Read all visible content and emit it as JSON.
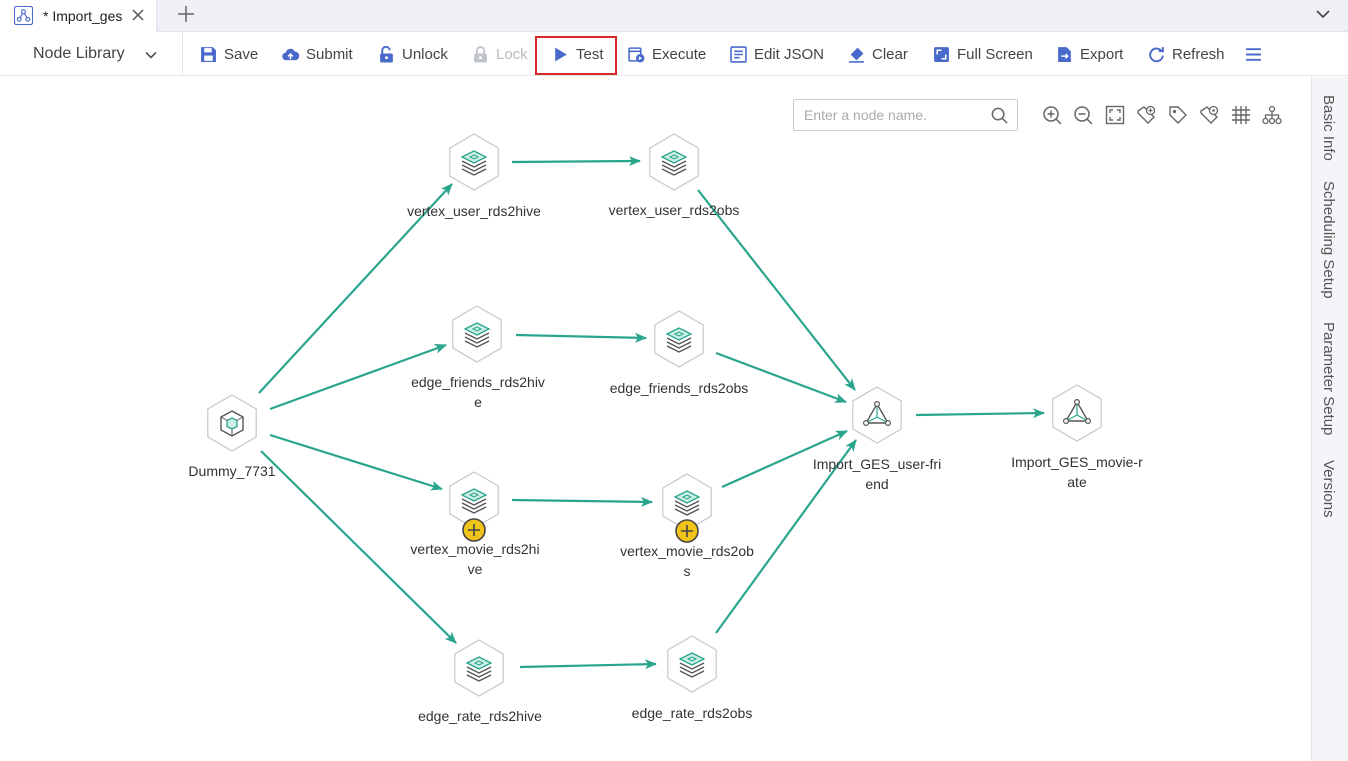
{
  "tab": {
    "title": "* Import_ges"
  },
  "toolbar": {
    "node_library": "Node Library",
    "buttons": [
      {
        "label": "Save",
        "icon": "save-icon"
      },
      {
        "label": "Submit",
        "icon": "cloud-upload-icon"
      },
      {
        "label": "Unlock",
        "icon": "unlock-icon"
      },
      {
        "label": "Lock",
        "icon": "lock-icon",
        "disabled": true
      },
      {
        "label": "Test",
        "icon": "play-icon",
        "highlighted": true
      },
      {
        "label": "Execute",
        "icon": "execute-icon"
      },
      {
        "label": "Edit JSON",
        "icon": "edit-json-icon"
      },
      {
        "label": "Clear",
        "icon": "eraser-icon"
      },
      {
        "label": "Full Screen",
        "icon": "fullscreen-icon"
      },
      {
        "label": "Export",
        "icon": "export-icon"
      },
      {
        "label": "Refresh",
        "icon": "refresh-icon"
      }
    ]
  },
  "search": {
    "placeholder": "Enter a node name."
  },
  "canvas_tools": [
    "zoom-in-icon",
    "zoom-out-icon",
    "fit-view-icon",
    "add-tag-icon",
    "tag-icon",
    "tag-settings-icon",
    "grid-icon",
    "layout-tree-icon"
  ],
  "nodes": {
    "dummy": "Dummy_7731",
    "v_user_hive": "vertex_user_rds2hive",
    "v_user_obs": "vertex_user_rds2obs",
    "e_friends_hive": "edge_friends_rds2hive",
    "e_friends_obs": "edge_friends_rds2obs",
    "v_movie_hive": "vertex_movie_rds2hive",
    "v_movie_obs": "vertex_movie_rds2obs",
    "e_rate_hive": "edge_rate_rds2hive",
    "e_rate_obs": "edge_rate_rds2obs",
    "ges_user": "Import_GES_user-friend",
    "ges_movie": "Import_GES_movie-rate"
  },
  "right_panel": [
    "Basic Info",
    "Scheduling Setup",
    "Parameter Setup",
    "Versions"
  ],
  "colors": {
    "accent": "#2aa58d",
    "toolbar_icon": "#4a6acb",
    "highlight": "#d9262c",
    "badge": "#f0c419"
  }
}
